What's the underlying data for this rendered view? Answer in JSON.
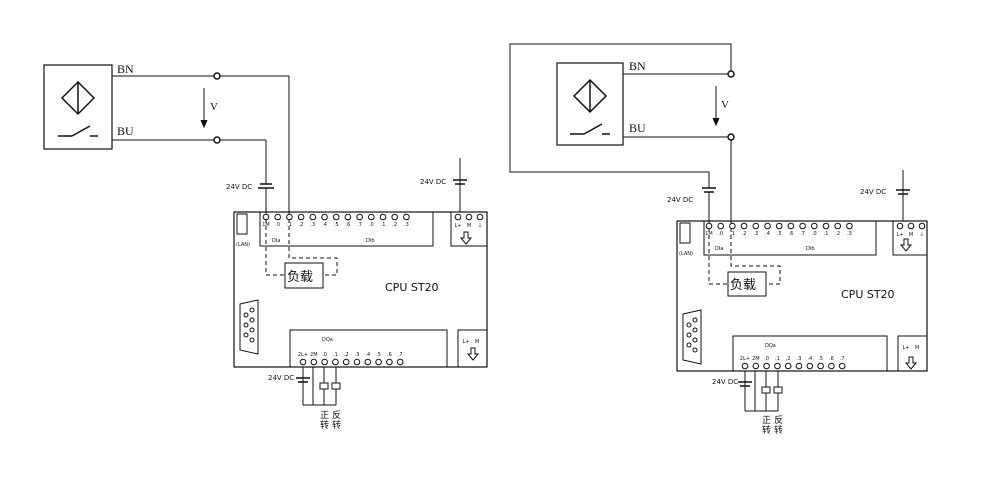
{
  "colors": {
    "line": "#111111",
    "background": "#ffffff"
  },
  "diagrams": [
    {
      "bn": "BN",
      "bu": "BU",
      "voltage": "V",
      "supply_label": "24V DC",
      "cpu_label": "CPU ST20",
      "load_label": "负载",
      "lan_label": "(LAN)",
      "dia_label": "DIa",
      "dib_label": "DIb",
      "dqa_label": "DQa",
      "di_terminals": [
        "1M",
        ".0",
        ".1",
        ".2",
        ".3",
        ".4",
        ".5",
        ".6",
        ".7",
        ".0",
        ".1",
        ".2",
        ".3"
      ],
      "power_terminals": [
        "L+",
        "M",
        "⏚"
      ],
      "dq_terminals": [
        "2L+",
        "2M",
        ".0",
        ".1",
        ".2",
        ".3",
        ".4",
        ".5",
        ".6",
        ".7"
      ],
      "dq_power_terminals": [
        "L+",
        "M"
      ],
      "forward": [
        "正",
        "转"
      ],
      "reverse": [
        "反",
        "转"
      ]
    },
    {
      "bn": "BN",
      "bu": "BU",
      "voltage": "V",
      "supply_label": "24V DC",
      "cpu_label": "CPU ST20",
      "load_label": "负载",
      "lan_label": "(LAN)",
      "dia_label": "DIa",
      "dib_label": "DIb",
      "dqa_label": "DQa",
      "di_terminals": [
        "1M",
        ".0",
        ".1",
        ".2",
        ".3",
        ".4",
        ".5",
        ".6",
        ".7",
        ".0",
        ".1",
        ".2",
        ".3"
      ],
      "power_terminals": [
        "L+",
        "M",
        "⏚"
      ],
      "dq_terminals": [
        "2L+",
        "2M",
        ".0",
        ".1",
        ".2",
        ".3",
        ".4",
        ".5",
        ".6",
        ".7"
      ],
      "dq_power_terminals": [
        "L+",
        "M"
      ],
      "forward": [
        "正",
        "转"
      ],
      "reverse": [
        "反",
        "转"
      ]
    }
  ]
}
